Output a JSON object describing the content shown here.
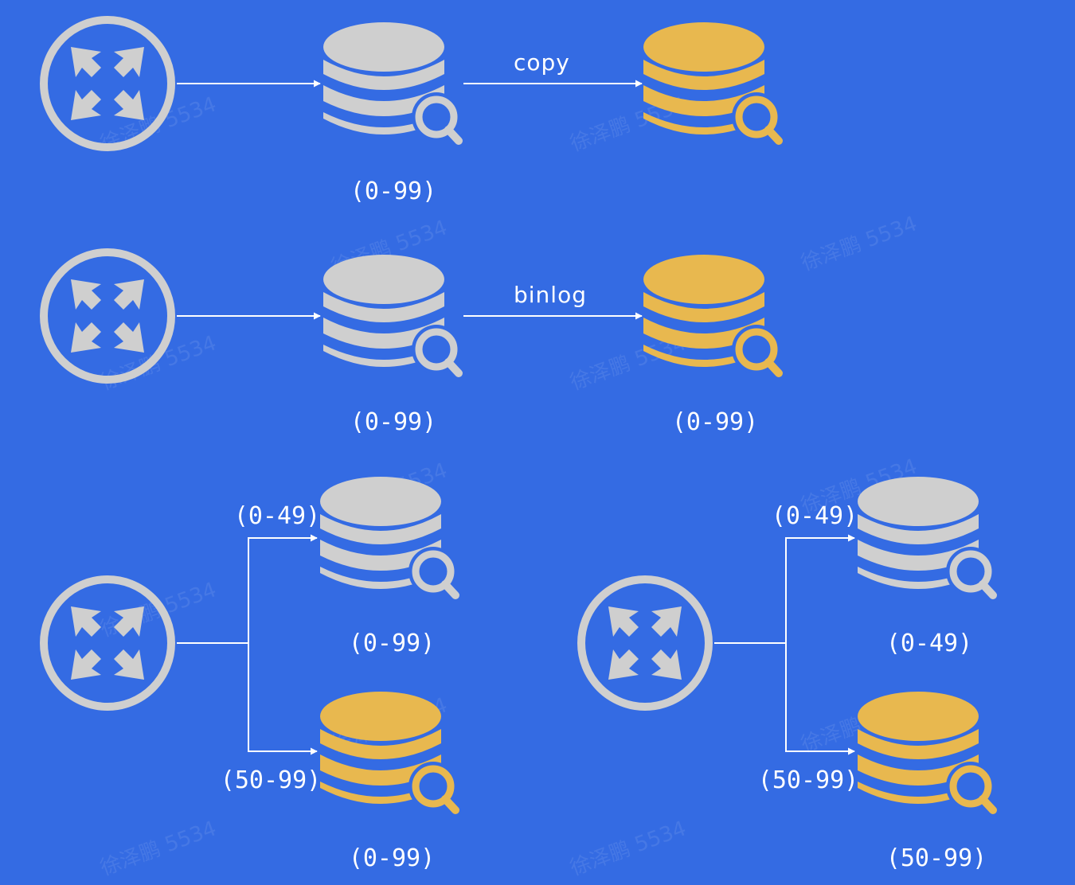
{
  "colors": {
    "background": "#346be3",
    "primary_db": "#cfcfcf",
    "replica_db": "#e8b84f",
    "router": "#cfcfcf",
    "line": "#ffffff"
  },
  "icons": {
    "router": "router-arrows-icon",
    "database": "database-search-icon"
  },
  "watermark": "徐泽鹏 5534",
  "rows": {
    "copy": {
      "edge_label": "copy",
      "primary_range": "(0-99)"
    },
    "binlog": {
      "edge_label": "binlog",
      "primary_range": "(0-99)",
      "replica_range": "(0-99)"
    },
    "split_left": {
      "route_top": "(0-49)",
      "route_bottom": "(50-99)",
      "top_range": "(0-99)",
      "bottom_range": "(0-99)"
    },
    "split_right": {
      "route_top": "(0-49)",
      "route_bottom": "(50-99)",
      "top_range": "(0-49)",
      "bottom_range": "(50-99)"
    }
  }
}
